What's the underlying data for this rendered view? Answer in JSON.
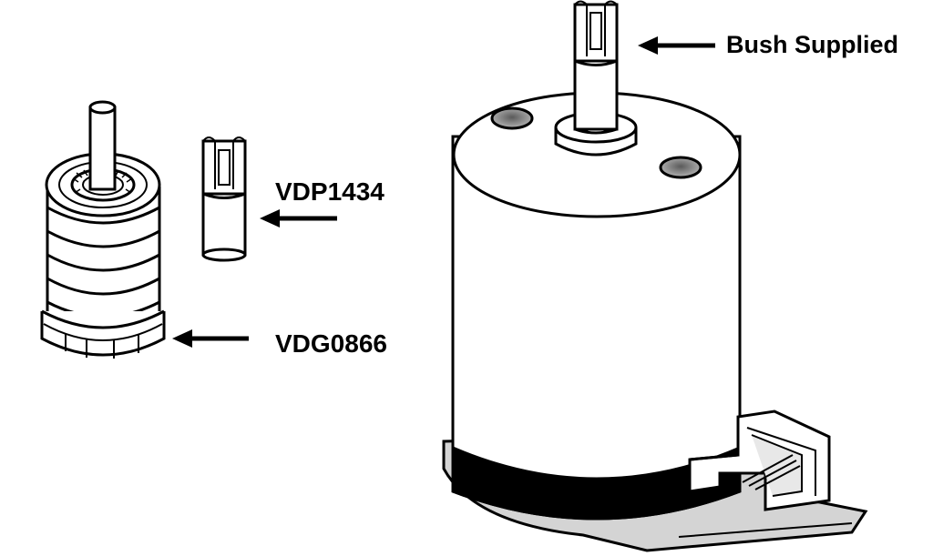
{
  "labels": {
    "bush": "Bush Supplied",
    "vdp": "VDP1434",
    "vdg": "VDG0866"
  },
  "colors": {
    "line": "#000000",
    "fill": "#ffffff",
    "hole": "#8a8a8a",
    "shade": "#d0d0d0",
    "band": "#000000"
  },
  "parts": [
    "gear-stack",
    "drive-bush",
    "motor-assembly"
  ]
}
